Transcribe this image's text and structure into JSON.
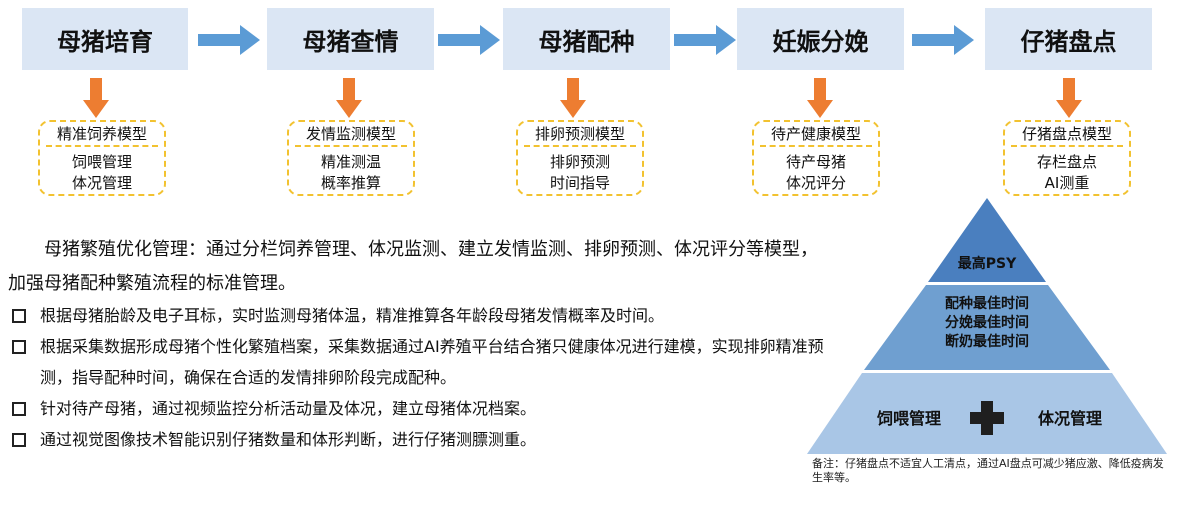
{
  "stages": [
    "母猪培育",
    "母猪查情",
    "母猪配种",
    "妊娠分娩",
    "仔猪盘点"
  ],
  "models": [
    {
      "title": "精准饲养模型",
      "lines": [
        "饲喂管理",
        "体况管理"
      ]
    },
    {
      "title": "发情监测模型",
      "lines": [
        "精准测温",
        "概率推算"
      ]
    },
    {
      "title": "排卵预测模型",
      "lines": [
        "排卵预测",
        "时间指导"
      ]
    },
    {
      "title": "待产健康模型",
      "lines": [
        "待产母猪",
        "体况评分"
      ]
    },
    {
      "title": "仔猪盘点模型",
      "lines": [
        "存栏盘点",
        "AI测重"
      ]
    }
  ],
  "intro": "母猪繁殖优化管理：通过分栏饲养管理、体况监测、建立发情监测、排卵预测、体况评分等模型，加强母猪配种繁殖流程的标准管理。",
  "bullets": [
    "根据母猪胎龄及电子耳标，实时监测母猪体温，精准推算各年龄段母猪发情概率及时间。",
    "根据采集数据形成母猪个性化繁殖档案，采集数据通过AI养殖平台结合猪只健康体况进行建模，实现排卵精准预测，指导配种时间，确保在合适的发情排卵阶段完成配种。",
    "针对待产母猪，通过视频监控分析活动量及体况，建立母猪体况档案。",
    "通过视觉图像技术智能识别仔猪数量和体形判断，进行仔猪测膘测重。"
  ],
  "pyramid": {
    "top": "最高PSY",
    "middle": [
      "配种最佳时间",
      "分娩最佳时间",
      "断奶最佳时间"
    ],
    "bottom_left": "饲喂管理",
    "bottom_right": "体况管理"
  },
  "note": "备注：仔猪盘点不适宜人工清点，通过AI盘点可减少猪应激、降低疫病发生率等。",
  "colors": {
    "stage_bg": "#dbe6f4",
    "flow_arrow": "#5b9bd5",
    "down_arrow": "#ed7d31",
    "model_border": "#f2c230",
    "pyramid_light": "#a9c6e6",
    "pyramid_mid": "#6f9fd0",
    "pyramid_dark": "#4a7fbf"
  }
}
